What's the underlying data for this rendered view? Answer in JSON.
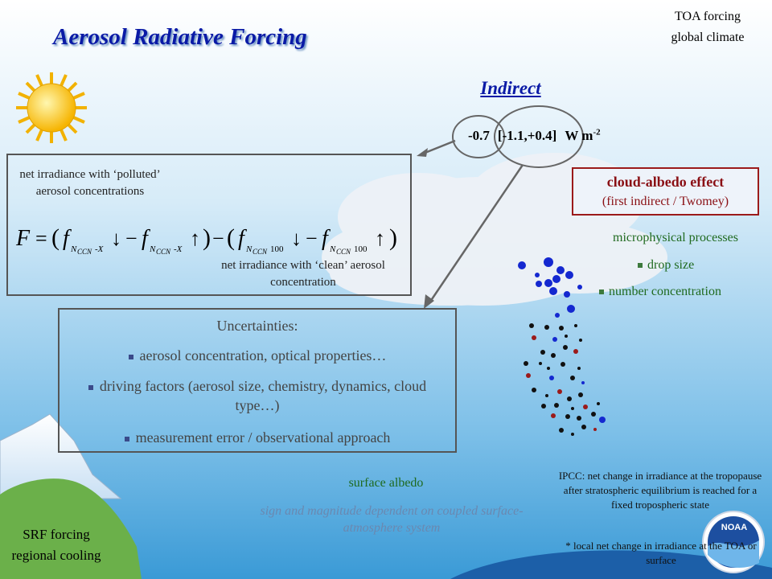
{
  "title": "Aerosol Radiative Forcing",
  "toa": {
    "line1": "TOA forcing",
    "line2": "global climate"
  },
  "indirect": {
    "label": "Indirect",
    "value": "-0.7",
    "range": "[-1.1,+0.4]",
    "units": "W m",
    "units_exp": "-2"
  },
  "cloud_albedo": {
    "title": "cloud-albedo effect",
    "subtitle": "(first indirect / Twomey)"
  },
  "microphysics": {
    "heading": "microphysical processes",
    "items": [
      "drop size",
      "number concentration"
    ]
  },
  "equation": {
    "polluted_label": "net irradiance with ‘polluted’ aerosol concentrations",
    "clean_label": "net irradiance with ‘clean’ aerosol concentration"
  },
  "uncertainties": {
    "heading": "Uncertainties:",
    "items": [
      "aerosol concentration, optical properties…",
      "driving factors (aerosol size, chemistry, dynamics, cloud type…)",
      "measurement error / observational approach"
    ]
  },
  "surface": {
    "albedo": "surface albedo",
    "sign": "sign and magnitude dependent on coupled surface-atmosphere system"
  },
  "srf": {
    "line1": "SRF forcing",
    "line2": "regional cooling"
  },
  "ipcc": {
    "note": "IPCC: net change in irradiance at the tropopause after stratospheric equilibrium is reached for a fixed tropospheric state",
    "local": "* local net change in irradiance at the TOA or surface"
  },
  "logo": {
    "text": "NOAA"
  },
  "colors": {
    "title": "#0a1aa6",
    "cloud_box_border": "#9b1a1a",
    "green_text": "#1f6a1f",
    "sky_top": "#ffffff",
    "sky_bottom": "#3a9ad6"
  }
}
